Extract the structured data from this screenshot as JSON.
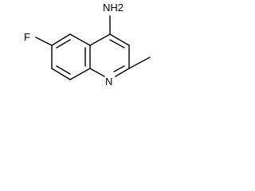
{
  "molecule": {
    "atom_labels": {
      "amine": "NH2",
      "fluorine": "F",
      "ring_nitrogen": "N"
    },
    "colors": {
      "bond": "#000000",
      "label": "#000000",
      "background": "#ffffff"
    }
  }
}
